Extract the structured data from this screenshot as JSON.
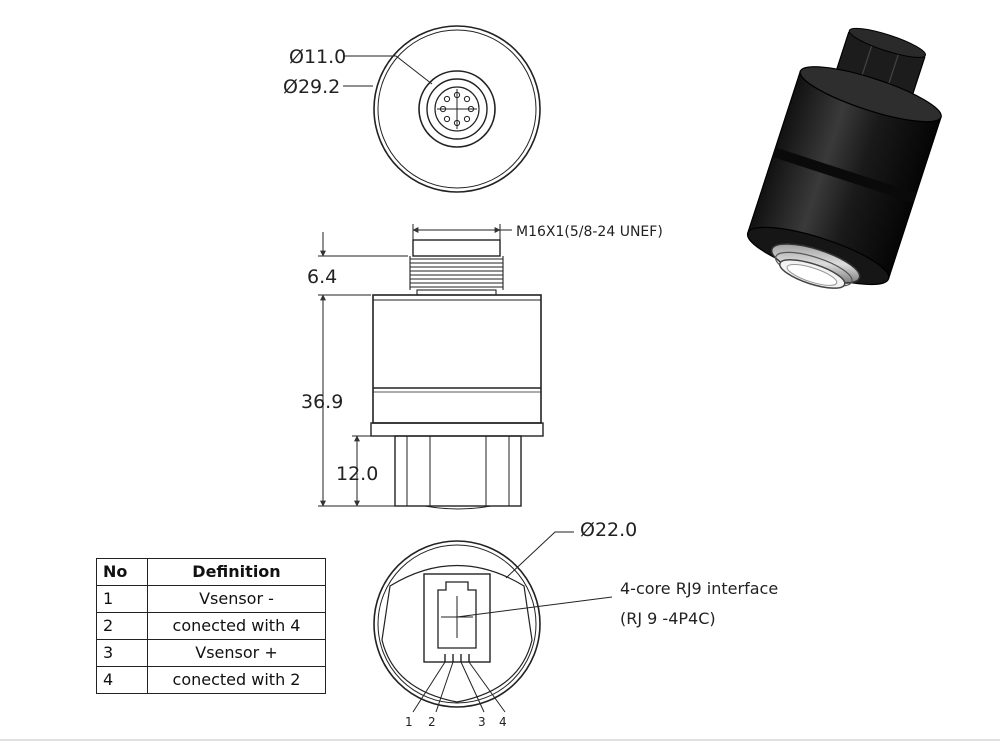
{
  "dimensions": {
    "inner_diameter": "Ø11.0",
    "outer_diameter": "Ø29.2",
    "thread": "M16X1(5/8-24 UNEF)",
    "thread_length": "6.4",
    "total_height": "36.9",
    "bottom_height": "12.0",
    "bottom_diameter": "Ø22.0"
  },
  "interface": {
    "line1": "4-core RJ9  interface",
    "line2": "(RJ 9 -4P4C)"
  },
  "pin_numbers": [
    "1",
    "2",
    "3",
    "4"
  ],
  "table": {
    "headers": [
      "No",
      "Definition"
    ],
    "rows": [
      {
        "no": "1",
        "definition": "Vsensor -"
      },
      {
        "no": "2",
        "definition": "conected with 4"
      },
      {
        "no": "3",
        "definition": "Vsensor +"
      },
      {
        "no": "4",
        "definition": "conected with 2"
      }
    ]
  }
}
